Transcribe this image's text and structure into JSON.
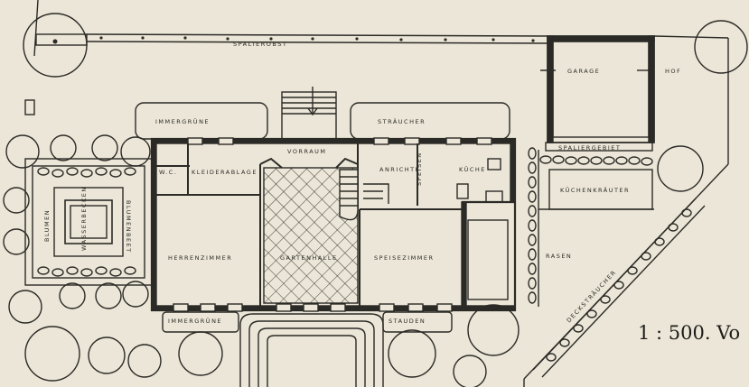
{
  "colors": {
    "paper": "#ebe6d7",
    "ink": "#2b2a26"
  },
  "labels": {
    "spalierobst": "SPALIEROBST",
    "garage": "GARAGE",
    "hof": "HOF",
    "immergruene_top": "IMMERGRÜNE",
    "straeucher": "STRÄUCHER",
    "vorraum": "VORRAUM",
    "kleiderablage": "KLEIDERABLAGE",
    "wc": "W.C.",
    "anrichte": "ANRICHTE",
    "kueche": "KÜCHE",
    "speisen": "SPEISEN",
    "spaliergebiet": "SPALIERGEBIET",
    "kuechenkraeuter": "KÜCHENKRÄUTER",
    "herrenzimmer": "HERRENZIMMER",
    "gartenhalle": "GARTENHALLE",
    "speisezimmer": "SPEISEZIMMER",
    "wasserbecken": "WASSERBECKEN",
    "blumenbeet": "BLUMEN",
    "blumenbeet_right": "BLUMENBEET",
    "rasen": "RASEN",
    "deckstraeucher": "DECKSTRÄUCHER",
    "immergruene_bottom": "IMMERGRÜNE",
    "stauden": "STAUDEN"
  },
  "scale_note": "1 : 500. Vo"
}
